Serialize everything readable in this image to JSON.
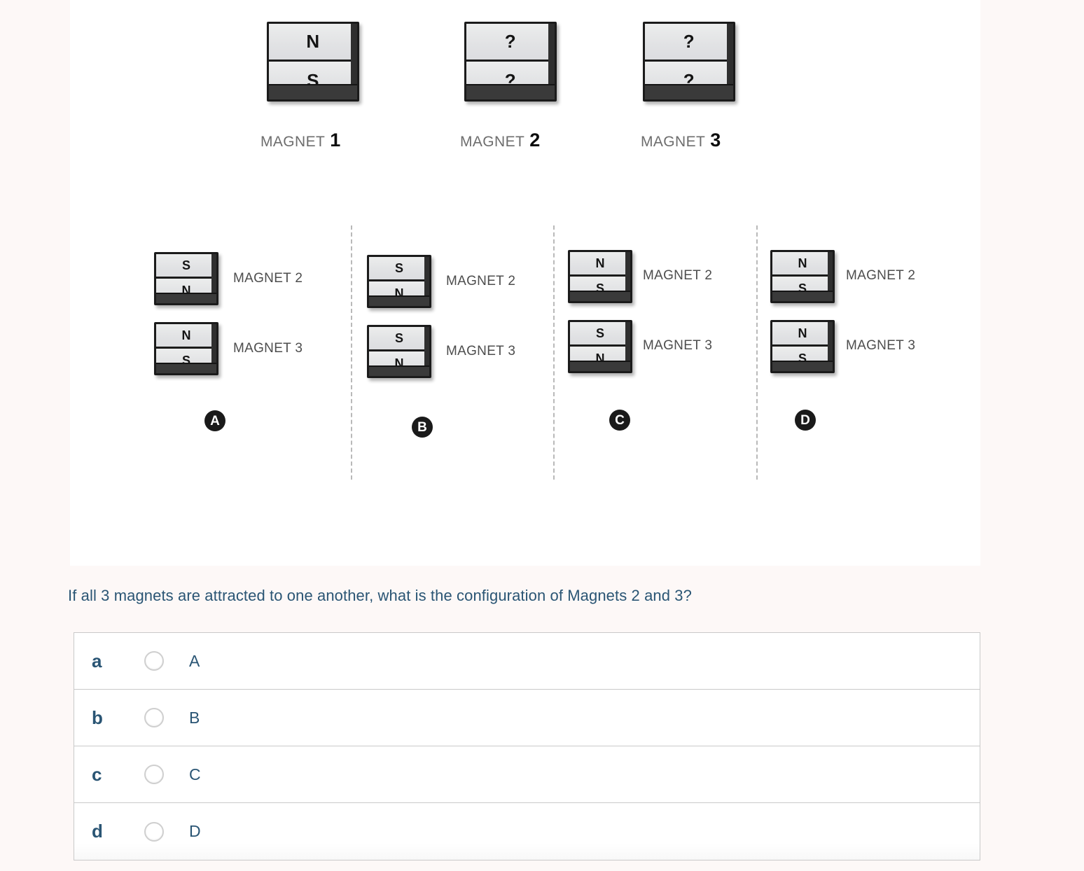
{
  "figure": {
    "top_row": [
      {
        "label_word": "MAGNET",
        "label_number": "1",
        "top_pole": "N",
        "bottom_pole": "S"
      },
      {
        "label_word": "MAGNET",
        "label_number": "2",
        "top_pole": "?",
        "bottom_pole": "?"
      },
      {
        "label_word": "MAGNET",
        "label_number": "3",
        "top_pole": "?",
        "bottom_pole": "?"
      }
    ],
    "options": [
      {
        "badge": "A",
        "magnet2": {
          "label": "MAGNET 2",
          "top_pole": "S",
          "bottom_pole": "N"
        },
        "magnet3": {
          "label": "MAGNET 3",
          "top_pole": "N",
          "bottom_pole": "S"
        }
      },
      {
        "badge": "B",
        "magnet2": {
          "label": "MAGNET 2",
          "top_pole": "S",
          "bottom_pole": "N"
        },
        "magnet3": {
          "label": "MAGNET 3",
          "top_pole": "S",
          "bottom_pole": "N"
        }
      },
      {
        "badge": "C",
        "magnet2": {
          "label": "MAGNET 2",
          "top_pole": "N",
          "bottom_pole": "S"
        },
        "magnet3": {
          "label": "MAGNET 3",
          "top_pole": "S",
          "bottom_pole": "N"
        }
      },
      {
        "badge": "D",
        "magnet2": {
          "label": "MAGNET 2",
          "top_pole": "N",
          "bottom_pole": "S"
        },
        "magnet3": {
          "label": "MAGNET 3",
          "top_pole": "N",
          "bottom_pole": "S"
        }
      }
    ]
  },
  "question": {
    "text": "If all 3 magnets are attracted to one another, what is the configuration of Magnets 2 and 3?"
  },
  "answers": [
    {
      "key": "a",
      "label": "A",
      "selected": false
    },
    {
      "key": "b",
      "label": "B",
      "selected": false
    },
    {
      "key": "c",
      "label": "C",
      "selected": false
    },
    {
      "key": "d",
      "label": "D",
      "selected": false
    }
  ],
  "colors": {
    "page_background": "#fdf8f7",
    "panel_background": "#ffffff",
    "text_blue": "#2a5574",
    "magnet_face": "#e3e4e6",
    "magnet_outline": "#1b1b1b",
    "divider": "#b9b9b9",
    "table_border": "#c9c9c9"
  }
}
